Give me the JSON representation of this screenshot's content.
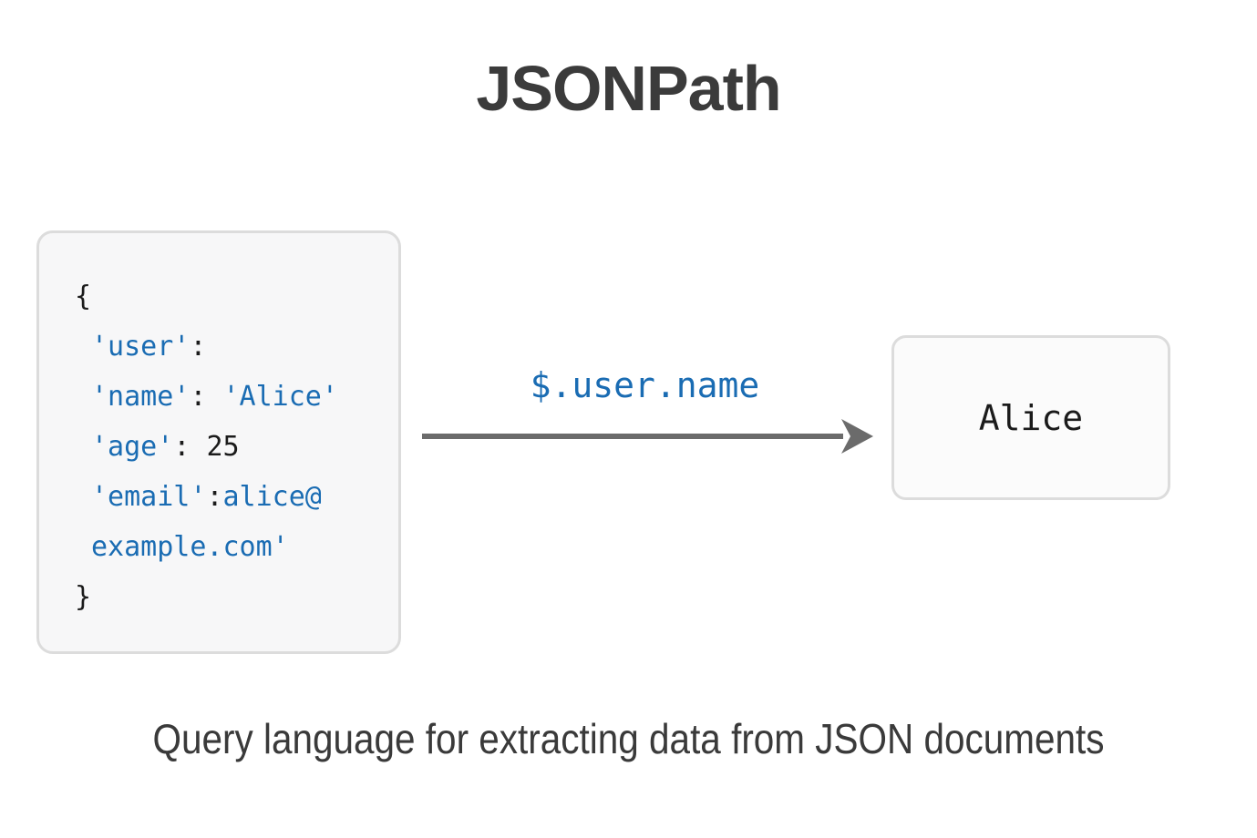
{
  "title": "JSONPath",
  "caption": "Query language for extracting data from JSON documents",
  "colors": {
    "title": "#3b3b3b",
    "accent_blue": "#1a6cb3",
    "code_text": "#1b1b1b",
    "card_border": "#dcdcdc",
    "card_background": "#f7f7f8",
    "arrow": "#6b6b6b",
    "page_background": "#ffffff"
  },
  "json_card": {
    "name": "json-source",
    "lines": [
      {
        "id": "open-brace",
        "indent": 0,
        "tokens": [
          {
            "t": "{",
            "c": "brace"
          }
        ]
      },
      {
        "id": "user-key",
        "indent": 1,
        "tokens": [
          {
            "t": "'user'",
            "c": "key"
          },
          {
            "t": ":",
            "c": "punct"
          }
        ]
      },
      {
        "id": "name-pair",
        "indent": 1,
        "tokens": [
          {
            "t": "'name'",
            "c": "key"
          },
          {
            "t": ": ",
            "c": "punct"
          },
          {
            "t": "'Alice'",
            "c": "str"
          }
        ]
      },
      {
        "id": "age-pair",
        "indent": 1,
        "tokens": [
          {
            "t": "'age'",
            "c": "key"
          },
          {
            "t": ": ",
            "c": "punct"
          },
          {
            "t": "25",
            "c": "num"
          }
        ]
      },
      {
        "id": "email-pair-1",
        "indent": 1,
        "tokens": [
          {
            "t": "'email'",
            "c": "key"
          },
          {
            "t": ":",
            "c": "punct"
          },
          {
            "t": "alice@",
            "c": "str"
          }
        ]
      },
      {
        "id": "email-pair-2",
        "indent": 1,
        "tokens": [
          {
            "t": "example.com'",
            "c": "str"
          }
        ]
      },
      {
        "id": "close-brace",
        "indent": 0,
        "tokens": [
          {
            "t": "}",
            "c": "brace"
          }
        ]
      }
    ],
    "plain_text": "{\n 'user':\n 'name': 'Alice'\n 'age': 25\n 'email':alice@\n example.com'\n}"
  },
  "expression": {
    "name": "jsonpath-expression",
    "text": "$.user.name"
  },
  "arrow": {
    "name": "flow-arrow",
    "direction": "left-to-right",
    "from": "json-source-card",
    "to": "result-card"
  },
  "result_card": {
    "name": "result-value",
    "value": "Alice"
  }
}
